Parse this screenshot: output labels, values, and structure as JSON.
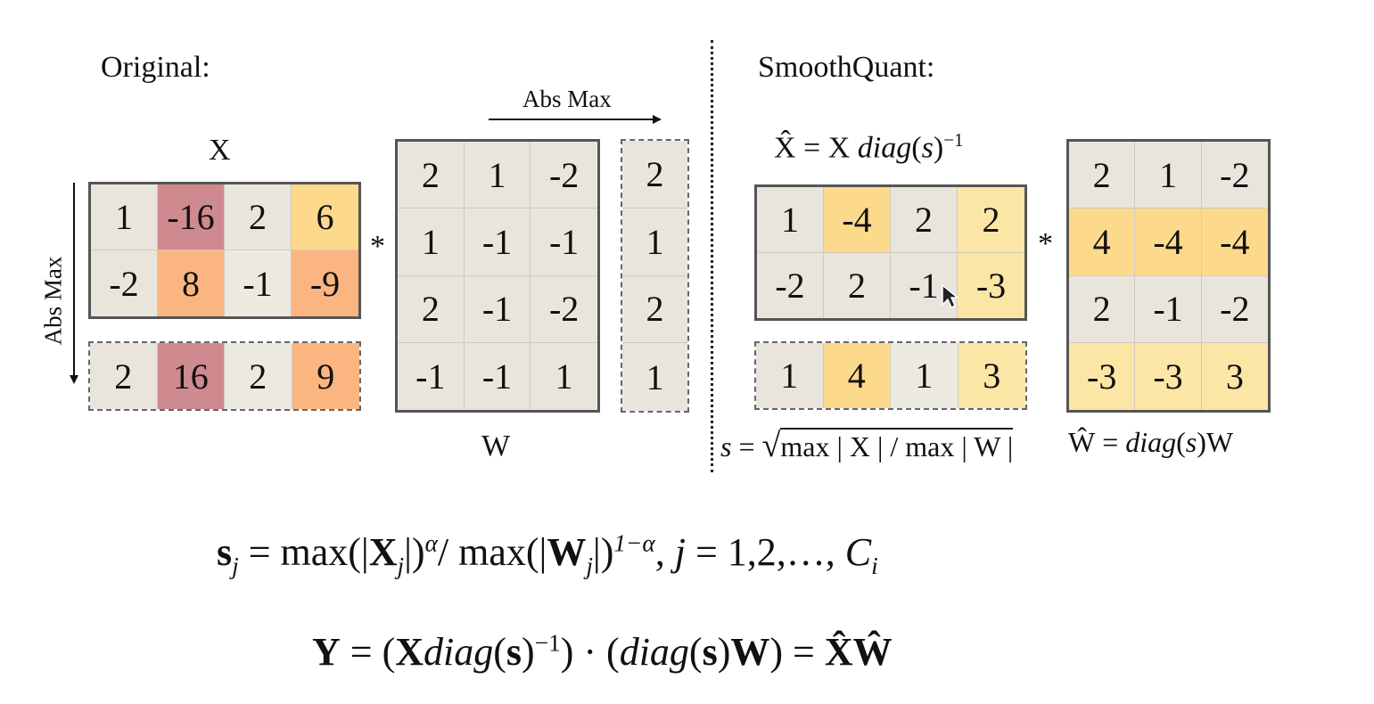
{
  "colors": {
    "gray": "#e9e5dd",
    "red": "#cf8a8f",
    "orange": "#fbb580",
    "yellow": "#fdd98c",
    "lightyellow": "#fbe6a5",
    "light": "#eceae0"
  },
  "left": {
    "title": "Original:",
    "x_label": "X",
    "w_label": "W",
    "abs_max_top": "Abs Max",
    "abs_max_side": "Abs Max",
    "star": "*",
    "X": {
      "cols": 4,
      "values": [
        [
          "1",
          "-16",
          "2",
          "6"
        ],
        [
          "-2",
          "8",
          "-1",
          "-9"
        ]
      ],
      "colors": [
        [
          "gray",
          "red",
          "gray",
          "yellow"
        ],
        [
          "gray",
          "orange",
          "light",
          "orange"
        ]
      ]
    },
    "X_absmax": {
      "cols": 4,
      "values": [
        [
          "2",
          "16",
          "2",
          "9"
        ]
      ],
      "colors": [
        [
          "gray",
          "red",
          "light",
          "orange"
        ]
      ]
    },
    "W": {
      "cols": 3,
      "values": [
        [
          "2",
          "1",
          "-2"
        ],
        [
          "1",
          "-1",
          "-1"
        ],
        [
          "2",
          "-1",
          "-2"
        ],
        [
          "-1",
          "-1",
          "1"
        ]
      ],
      "colors": [
        [
          "gray",
          "gray",
          "gray"
        ],
        [
          "gray",
          "gray",
          "gray"
        ],
        [
          "gray",
          "gray",
          "gray"
        ],
        [
          "gray",
          "gray",
          "gray"
        ]
      ]
    },
    "W_absmax": {
      "cols": 1,
      "values": [
        [
          "2"
        ],
        [
          "1"
        ],
        [
          "2"
        ],
        [
          "1"
        ]
      ],
      "colors": [
        [
          "gray"
        ],
        [
          "gray"
        ],
        [
          "gray"
        ],
        [
          "gray"
        ]
      ]
    }
  },
  "right": {
    "title": "SmoothQuant:",
    "xhat_formula": {
      "a": "X̂ = X ",
      "b": "diag",
      "c": "(",
      "d": "s",
      "e": ")",
      "f": "−1"
    },
    "star": "*",
    "Xhat": {
      "cols": 4,
      "values": [
        [
          "1",
          "-4",
          "2",
          "2"
        ],
        [
          "-2",
          "2",
          "-1",
          "-3"
        ]
      ],
      "colors": [
        [
          "gray",
          "yellow",
          "gray",
          "lightyellow"
        ],
        [
          "gray",
          "gray",
          "gray",
          "lightyellow"
        ]
      ]
    },
    "Xhat_absmax": {
      "cols": 4,
      "values": [
        [
          "1",
          "4",
          "1",
          "3"
        ]
      ],
      "colors": [
        [
          "gray",
          "yellow",
          "light",
          "lightyellow"
        ]
      ]
    },
    "What": {
      "cols": 3,
      "values": [
        [
          "2",
          "1",
          "-2"
        ],
        [
          "4",
          "-4",
          "-4"
        ],
        [
          "2",
          "-1",
          "-2"
        ],
        [
          "-3",
          "-3",
          "3"
        ]
      ],
      "colors": [
        [
          "gray",
          "gray",
          "gray"
        ],
        [
          "yellow",
          "yellow",
          "yellow"
        ],
        [
          "gray",
          "gray",
          "gray"
        ],
        [
          "lightyellow",
          "lightyellow",
          "lightyellow"
        ]
      ]
    },
    "s_formula": {
      "a": "s",
      "b": " = ",
      "c": "√",
      "d": "max | X | / max | W |"
    },
    "what_formula": {
      "a": "Ŵ = ",
      "b": "diag",
      "c": "(",
      "d": "s",
      "e": ")W"
    }
  },
  "formula1": {
    "s": "s",
    "j1": "j",
    "p1": " = max(|",
    "X": "X",
    "j2": "j",
    "p2": "|)",
    "alpha": "α",
    "p3": "/ max(|",
    "W": "W",
    "j3": "j",
    "p4": "|)",
    "exp": "1−α",
    "p5": ", ",
    "j4": "j",
    "p6": " = 1,2,…, ",
    "C": "C",
    "i": "i"
  },
  "formula2": {
    "Y": "Y",
    "p1": " = (",
    "X": "X",
    "diag1": "diag",
    "p2": "(",
    "s1": "s",
    "p3": ")",
    "exp": "−1",
    "p4": ") · (",
    "diag2": "diag",
    "p5": "(",
    "s2": "s",
    "p6": ")",
    "W": "W",
    "p7": ") = ",
    "XW": "X̂Ŵ"
  }
}
